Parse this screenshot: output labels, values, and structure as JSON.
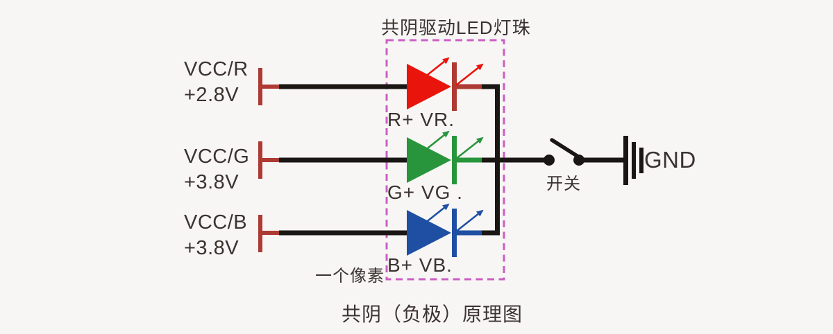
{
  "colors": {
    "bg": "#f7f6f4",
    "wire": "#1a1613",
    "ink": "#3b3330",
    "led-red": "#e9140b",
    "dark-red": "#ad3a33",
    "led-green": "#28953d",
    "led-blue": "#1f4fa3",
    "magenta": "#cb5ec4"
  },
  "diagram": {
    "title": "共阴驱动LED灯珠",
    "caption": "共阴（负极）原理图",
    "pixel_group_label": "一个像素",
    "switch_label": "开关",
    "ground_label": "GND",
    "power_inputs": [
      {
        "id": "red",
        "rail": "VCC/R",
        "voltage": "+2.8V"
      },
      {
        "id": "green",
        "rail": "VCC/G",
        "voltage": "+3.8V"
      },
      {
        "id": "blue",
        "rail": "VCC/B",
        "voltage": "+3.8V"
      }
    ],
    "leds": [
      {
        "id": "red",
        "label": "R+ VR."
      },
      {
        "id": "green",
        "label": "G+ VG ."
      },
      {
        "id": "blue",
        "label": "B+ VB."
      }
    ]
  }
}
